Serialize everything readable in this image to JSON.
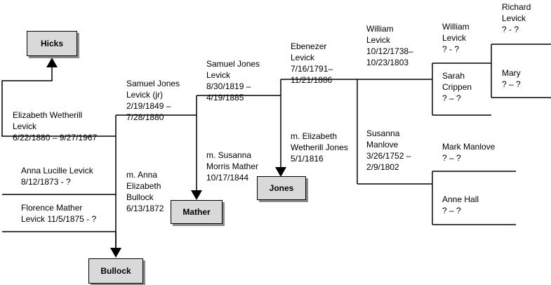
{
  "diagram": {
    "boxes": {
      "hicks": "Hicks",
      "mather": "Mather",
      "jones": "Jones",
      "bullock": "Bullock"
    },
    "people": {
      "elizabeth_wetherill_levick": [
        "Elizabeth Wetherill",
        "Levick",
        "6/22/1880 – 9/27/1967"
      ],
      "anna_lucille_levick": [
        "Anna Lucille Levick",
        "8/12/1873 - ?"
      ],
      "florence_mather_levick": [
        "Florence Mather",
        "Levick 11/5/1875 - ?"
      ],
      "samuel_jones_levick_jr": [
        "Samuel Jones",
        "Levick (jr)",
        "2/19/1849 –",
        "7/28/1880"
      ],
      "m_anna_elizabeth_bullock": [
        "m. Anna",
        "Elizabeth",
        "Bullock",
        "6/13/1872"
      ],
      "samuel_jones_levick": [
        "Samuel Jones",
        "Levick",
        "8/30/1819 –",
        "4/19/1885"
      ],
      "m_susanna_morris_mather": [
        "m. Susanna",
        "Morris Mather",
        "10/17/1844"
      ],
      "ebenezer_levick": [
        "Ebenezer",
        "Levick",
        "7/16/1791–",
        "11/21/1886"
      ],
      "m_elizabeth_wetherill_jones": [
        "m. Elizabeth",
        "Wetherill Jones",
        "5/1/1816"
      ],
      "william_levick": [
        "William",
        "Levick",
        "10/12/1738–",
        "10/23/1803"
      ],
      "susanna_manlove": [
        "Susanna",
        "Manlove",
        "3/26/1752 –",
        "2/9/1802"
      ],
      "william_levick_elder": [
        "William",
        "Levick",
        "? - ?"
      ],
      "richard_levick": [
        "Richard",
        "Levick",
        "? - ?"
      ],
      "sarah_crippen": [
        "Sarah",
        "Crippen",
        "? – ?"
      ],
      "mary": [
        "Mary",
        "? – ?"
      ],
      "mark_manlove": [
        "Mark Manlove",
        "? – ?"
      ],
      "anne_hall": [
        "Anne Hall",
        "? – ?"
      ]
    }
  }
}
